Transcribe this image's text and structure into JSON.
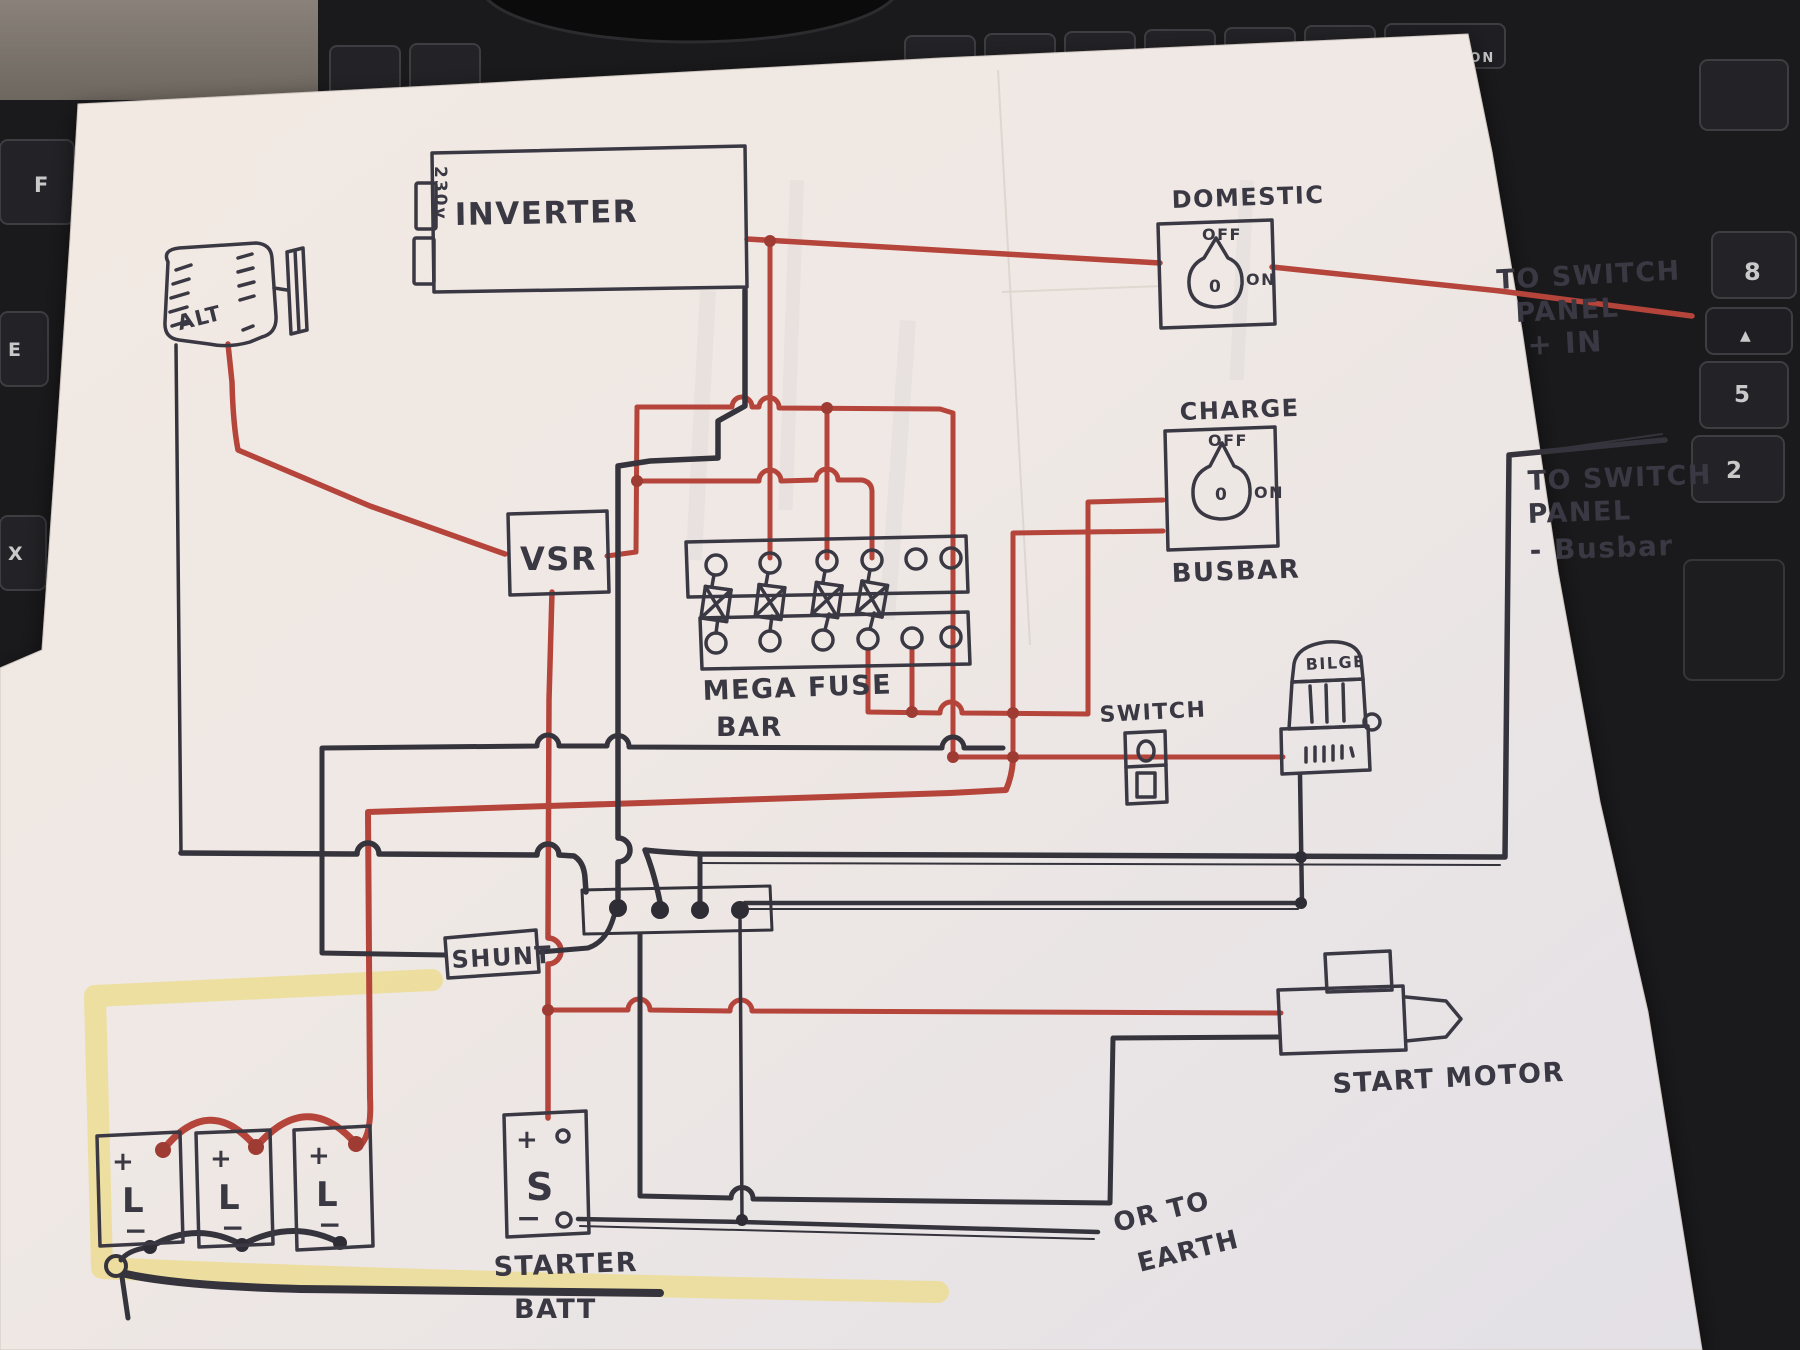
{
  "keyboard": {
    "off_on": "OFF ON",
    "left_keys": [
      "F",
      "E",
      "X"
    ],
    "right_keys": [
      "8",
      "5",
      "2"
    ],
    "arrow_key": "▲"
  },
  "components": {
    "alt": {
      "label": "ALT"
    },
    "inverter": {
      "label": "INVERTER",
      "voltage": "230v"
    },
    "vsr": {
      "label": "VSR"
    },
    "mega_fuse_bar": {
      "label_line1": "MEGA FUSE",
      "label_line2": "BAR"
    },
    "domestic_switch": {
      "title": "DOMESTIC",
      "off": "OFF",
      "on": "ON",
      "knob": "0"
    },
    "charge_switch": {
      "title": "CHARGE",
      "off": "OFF",
      "on": "ON",
      "knob": "0",
      "subtitle": "BUSBAR"
    },
    "switch": {
      "label": "SWITCH"
    },
    "bilge_pump": {
      "label": "BILGE"
    },
    "shunt": {
      "label": "SHUNT"
    },
    "leisure_batteries": {
      "plus": "+",
      "minus": "−",
      "cell": "L"
    },
    "starter_battery": {
      "plus": "+",
      "minus": "−",
      "cell": "S",
      "label_line1": "STARTER",
      "label_line2": "BATT"
    },
    "start_motor": {
      "label": "START MOTOR"
    }
  },
  "annotations": {
    "to_switch_panel_in": {
      "line1": "TO SWITCH",
      "line2": "PANEL",
      "line3": "+ IN"
    },
    "to_switch_panel_busbar": {
      "line1": "TO SWITCH",
      "line2": "PANEL",
      "line3": "- Busbar"
    },
    "or_to_earth": {
      "line1": "OR TO",
      "line2": "EARTH"
    }
  },
  "colors": {
    "positive_wire": "#b5443b",
    "negative_wire": "#35333c",
    "highlighter": "#ecdc8f",
    "paper": "#f1eae5"
  }
}
